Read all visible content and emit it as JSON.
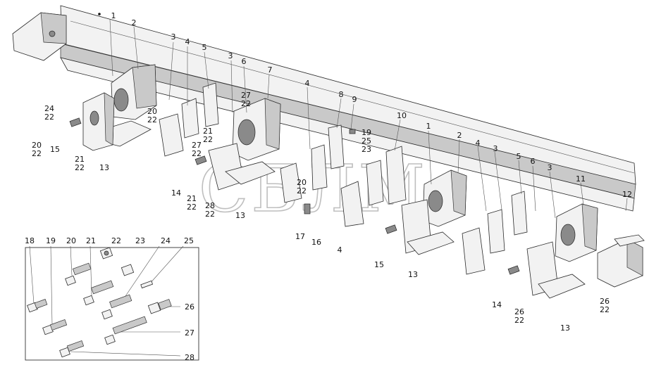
{
  "watermark": "СБЛМ",
  "callouts": [
    {
      "id": "c1a",
      "text": "1"
    },
    {
      "id": "c2a",
      "text": "2"
    },
    {
      "id": "c3a",
      "text": "3"
    },
    {
      "id": "c4a",
      "text": "4"
    },
    {
      "id": "c5a",
      "text": "5"
    },
    {
      "id": "c3b",
      "text": "3"
    },
    {
      "id": "c6a",
      "text": "6"
    },
    {
      "id": "c7a",
      "text": "7"
    },
    {
      "id": "c4b",
      "text": "4"
    },
    {
      "id": "c8",
      "text": "8"
    },
    {
      "id": "c9",
      "text": "9"
    },
    {
      "id": "c10",
      "text": "10"
    },
    {
      "id": "c1b",
      "text": "1"
    },
    {
      "id": "c2b",
      "text": "2"
    },
    {
      "id": "c4c",
      "text": "4"
    },
    {
      "id": "c3c",
      "text": "3"
    },
    {
      "id": "c5b",
      "text": "5"
    },
    {
      "id": "c6b",
      "text": "6"
    },
    {
      "id": "c3d",
      "text": "3"
    },
    {
      "id": "c11",
      "text": "11"
    },
    {
      "id": "c12",
      "text": "12"
    },
    {
      "id": "c24a",
      "text": "24"
    },
    {
      "id": "c22a",
      "text": "22"
    },
    {
      "id": "c20a",
      "text": "20"
    },
    {
      "id": "c22b",
      "text": "22"
    },
    {
      "id": "c20b",
      "text": "20"
    },
    {
      "id": "c22c",
      "text": "22"
    },
    {
      "id": "c15a",
      "text": "15"
    },
    {
      "id": "c21a",
      "text": "21"
    },
    {
      "id": "c22d",
      "text": "22"
    },
    {
      "id": "c13a",
      "text": "13"
    },
    {
      "id": "c27a",
      "text": "27"
    },
    {
      "id": "c22e",
      "text": "22"
    },
    {
      "id": "c21b",
      "text": "21"
    },
    {
      "id": "c22f",
      "text": "22"
    },
    {
      "id": "c27b",
      "text": "27"
    },
    {
      "id": "c22g",
      "text": "22"
    },
    {
      "id": "c14a",
      "text": "14"
    },
    {
      "id": "c21c",
      "text": "21"
    },
    {
      "id": "c22h",
      "text": "22"
    },
    {
      "id": "c28a",
      "text": "28"
    },
    {
      "id": "c22i",
      "text": "22"
    },
    {
      "id": "c13b",
      "text": "13"
    },
    {
      "id": "c19a",
      "text": "19"
    },
    {
      "id": "c25a",
      "text": "25"
    },
    {
      "id": "c23a",
      "text": "23"
    },
    {
      "id": "c20c",
      "text": "20"
    },
    {
      "id": "c22j",
      "text": "22"
    },
    {
      "id": "c17",
      "text": "17"
    },
    {
      "id": "c16",
      "text": "16"
    },
    {
      "id": "c4d",
      "text": "4"
    },
    {
      "id": "c15b",
      "text": "15"
    },
    {
      "id": "c13c",
      "text": "13"
    },
    {
      "id": "c14b",
      "text": "14"
    },
    {
      "id": "c26a",
      "text": "26"
    },
    {
      "id": "c22k",
      "text": "22"
    },
    {
      "id": "c13d",
      "text": "13"
    },
    {
      "id": "c26b",
      "text": "26"
    },
    {
      "id": "c22l",
      "text": "22"
    }
  ],
  "legend": [
    {
      "id": "l18",
      "text": "18"
    },
    {
      "id": "l19",
      "text": "19"
    },
    {
      "id": "l20",
      "text": "20"
    },
    {
      "id": "l21",
      "text": "21"
    },
    {
      "id": "l22",
      "text": "22"
    },
    {
      "id": "l23",
      "text": "23"
    },
    {
      "id": "l24",
      "text": "24"
    },
    {
      "id": "l25",
      "text": "25"
    },
    {
      "id": "l26",
      "text": "26"
    },
    {
      "id": "l27",
      "text": "27"
    },
    {
      "id": "l28",
      "text": "28"
    }
  ]
}
